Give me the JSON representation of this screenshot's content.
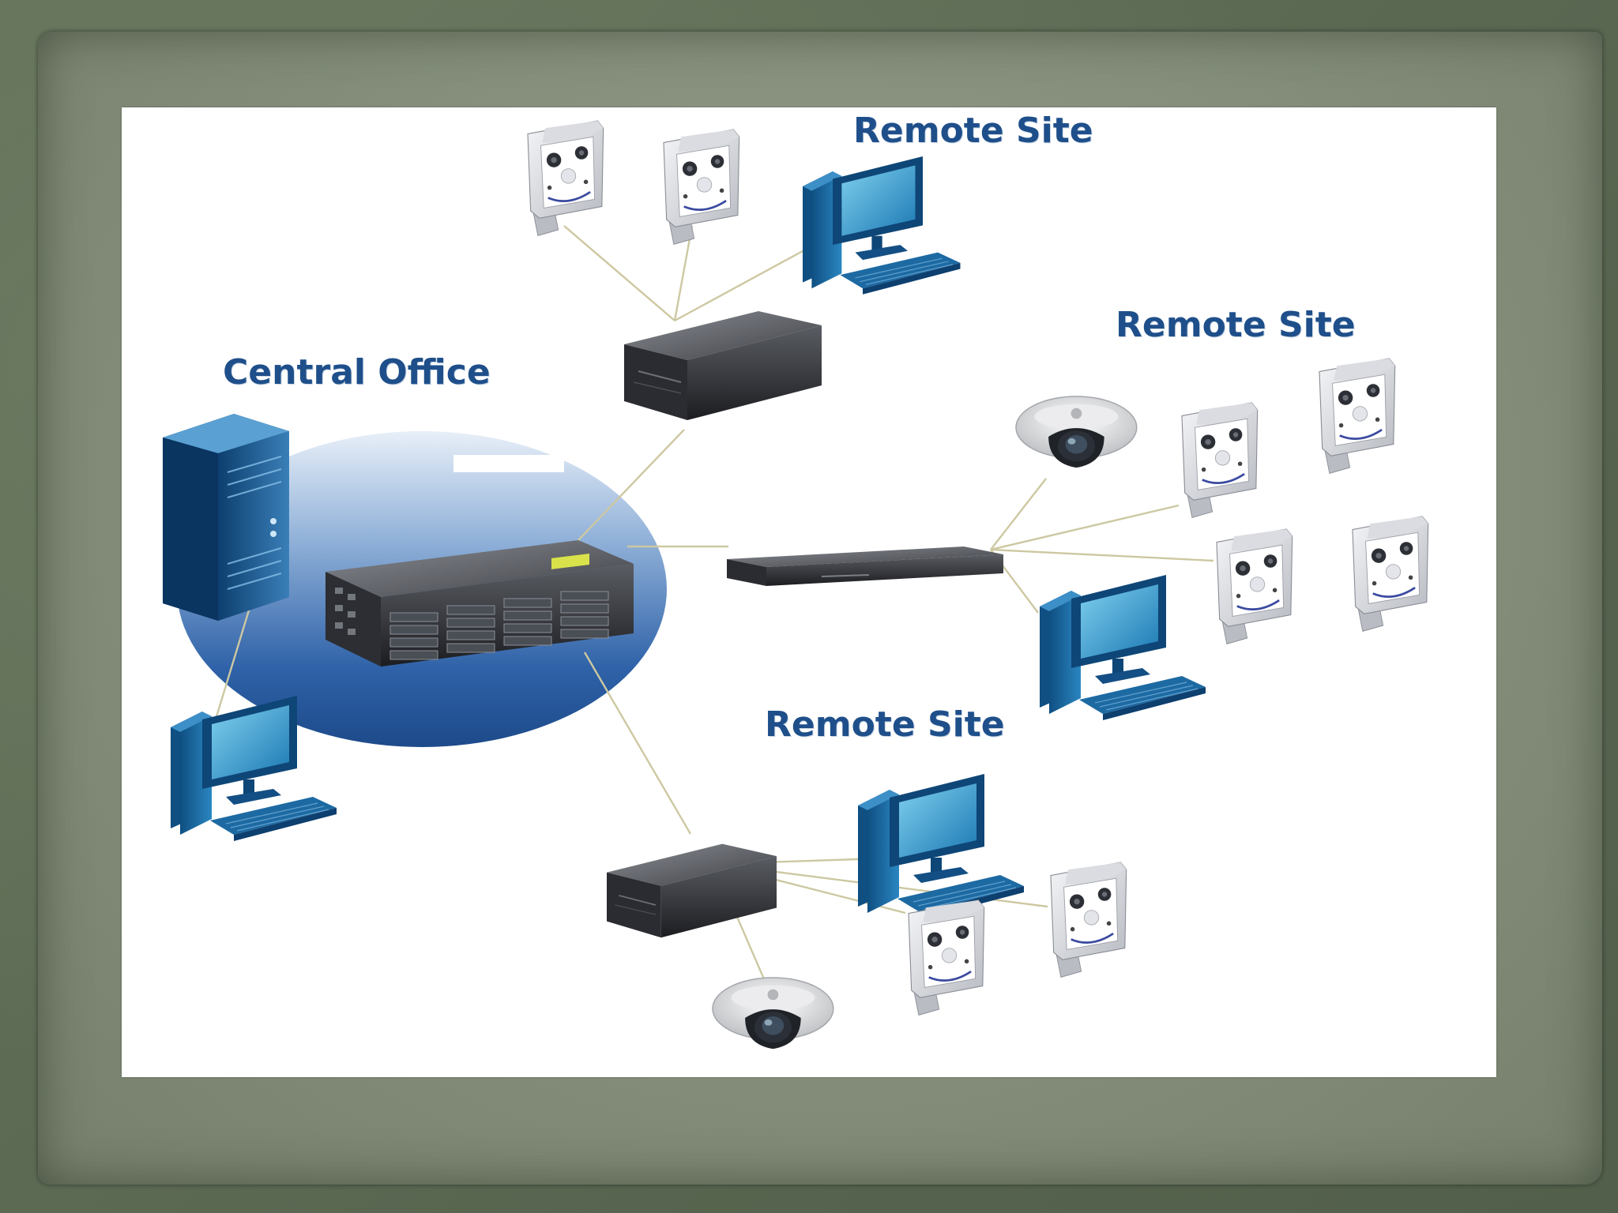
{
  "labels": {
    "central_office": "Central Office",
    "remote_site_top": "Remote Site",
    "remote_site_right": "Remote Site",
    "remote_site_bottom": "Remote Site"
  },
  "colors": {
    "background_frame": "#5d6b55",
    "paper": "#8e9784",
    "canvas": "#ffffff",
    "label_text": "#1f4f8a",
    "central_ellipse": "#2f62a8",
    "link_line": "#c9c49a",
    "device_dark": "#2c2e33",
    "monitor_blue": "#1e6ea8"
  },
  "nodes": [
    {
      "id": "central-nas",
      "type": "rack-storage"
    },
    {
      "id": "central-tower",
      "type": "server-tower"
    },
    {
      "id": "central-pc",
      "type": "computer"
    },
    {
      "id": "top-recorder",
      "type": "network-recorder"
    },
    {
      "id": "top-pc",
      "type": "computer"
    },
    {
      "id": "top-cam-1",
      "type": "camera-box"
    },
    {
      "id": "top-cam-2",
      "type": "camera-box"
    },
    {
      "id": "right-rack",
      "type": "rack-switch"
    },
    {
      "id": "right-dome",
      "type": "camera-dome"
    },
    {
      "id": "right-cam-1",
      "type": "camera-box"
    },
    {
      "id": "right-cam-2",
      "type": "camera-box"
    },
    {
      "id": "right-cam-3",
      "type": "camera-box"
    },
    {
      "id": "right-cam-4",
      "type": "camera-box"
    },
    {
      "id": "right-pc",
      "type": "computer"
    },
    {
      "id": "bottom-recorder",
      "type": "network-recorder"
    },
    {
      "id": "bottom-pc",
      "type": "computer"
    },
    {
      "id": "bottom-cam-1",
      "type": "camera-box"
    },
    {
      "id": "bottom-cam-2",
      "type": "camera-box"
    },
    {
      "id": "bottom-dome",
      "type": "camera-dome"
    }
  ],
  "links": [
    {
      "from": "central-nas",
      "to": "top-recorder"
    },
    {
      "from": "central-nas",
      "to": "right-rack"
    },
    {
      "from": "central-nas",
      "to": "bottom-recorder"
    },
    {
      "from": "central-tower",
      "to": "central-pc"
    },
    {
      "from": "top-recorder",
      "to": "top-cam-1"
    },
    {
      "from": "top-recorder",
      "to": "top-cam-2"
    },
    {
      "from": "top-recorder",
      "to": "top-pc"
    },
    {
      "from": "right-rack",
      "to": "right-dome"
    },
    {
      "from": "right-rack",
      "to": "right-cam-1"
    },
    {
      "from": "right-rack",
      "to": "right-cam-3"
    },
    {
      "from": "right-rack",
      "to": "right-pc"
    },
    {
      "from": "bottom-recorder",
      "to": "bottom-pc"
    },
    {
      "from": "bottom-recorder",
      "to": "bottom-cam-1"
    },
    {
      "from": "bottom-recorder",
      "to": "bottom-cam-2"
    },
    {
      "from": "bottom-recorder",
      "to": "bottom-dome"
    }
  ]
}
